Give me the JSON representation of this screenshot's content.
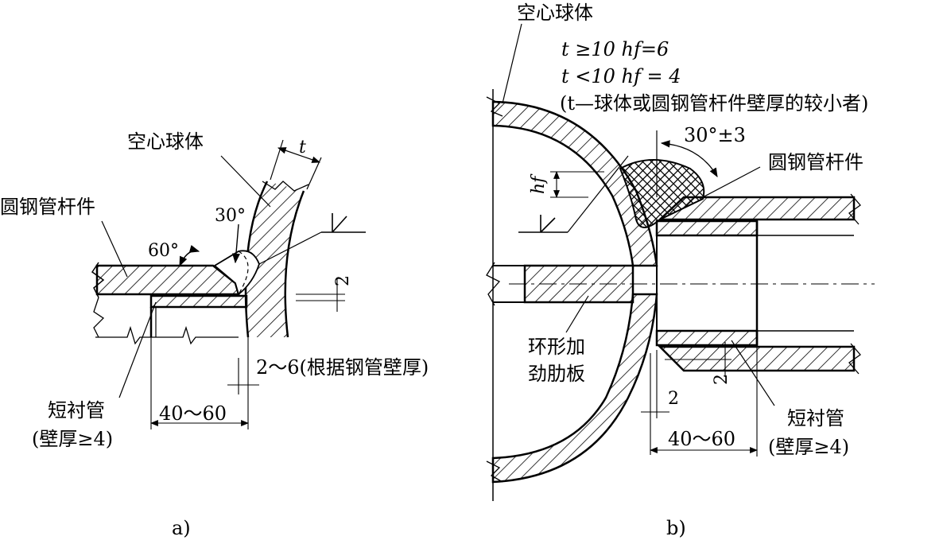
{
  "figure_a": {
    "hollow_sphere": "空心球体",
    "round_steel_tube": "圆钢管杆件",
    "angle_60": "60°",
    "angle_30": "30°",
    "thickness_t": "t",
    "gap_2": "2",
    "gap_2_6": "2～6(根据钢管壁厚)",
    "length_40_60": "40～60",
    "short_liner_tube": "短衬管",
    "liner_wall": "(壁厚≥4)",
    "caption": "a)"
  },
  "figure_b": {
    "hollow_sphere": "空心球体",
    "weld_rule_1": "t ≥10 hf=6",
    "weld_rule_2": "t <10 hf = 4",
    "weld_note": "(t—球体或圆钢管杆件壁厚的较小者)",
    "angle_30_pm_3": "30°±3",
    "round_steel_tube": "圆钢管杆件",
    "weld_size_hf": "hf",
    "ring_stiffener_line1": "环形加",
    "ring_stiffener_line2": "劲肋板",
    "gap_2_vertical": "2",
    "gap_2_horizontal": "2",
    "length_40_60": "40～60",
    "short_liner_tube": "短衬管",
    "liner_wall": "(壁厚≥4)",
    "caption": "b)"
  }
}
